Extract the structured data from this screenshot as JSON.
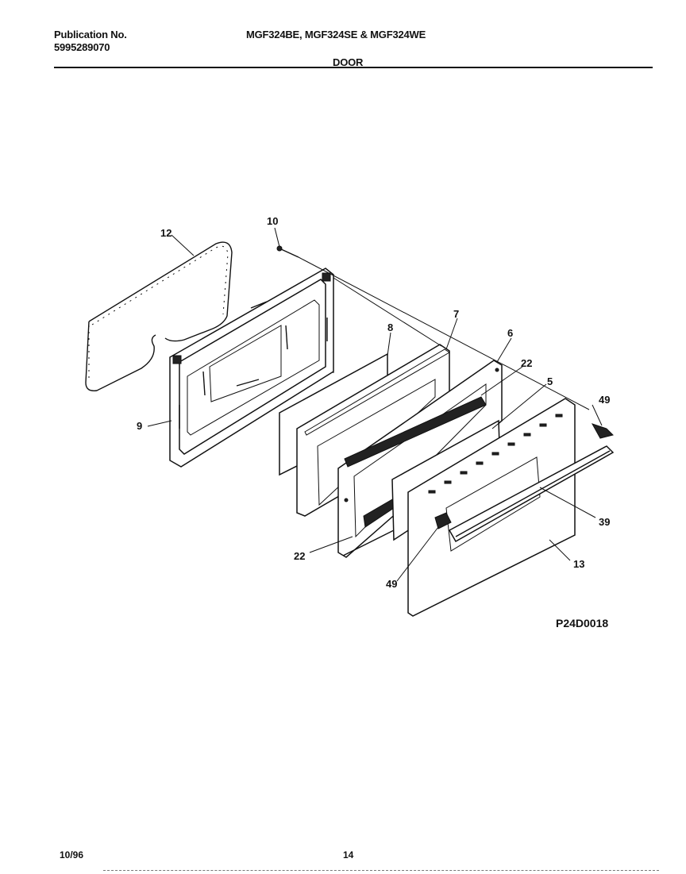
{
  "header": {
    "publication_label": "Publication No.",
    "publication_number": "5995289070",
    "models": "MGF324BE, MGF324SE & MGF324WE",
    "section_title": "DOOR"
  },
  "diagram": {
    "part_labels": {
      "p12": "12",
      "p10": "10",
      "p8": "8",
      "p7": "7",
      "p6": "6",
      "p22_top": "22",
      "p5": "5",
      "p49_right": "49",
      "p9": "9",
      "p39": "39",
      "p22_bottom": "22",
      "p13": "13",
      "p49_bottom": "49"
    },
    "drawing_code": "P24D0018"
  },
  "footer": {
    "date": "10/96",
    "page_number": "14"
  }
}
